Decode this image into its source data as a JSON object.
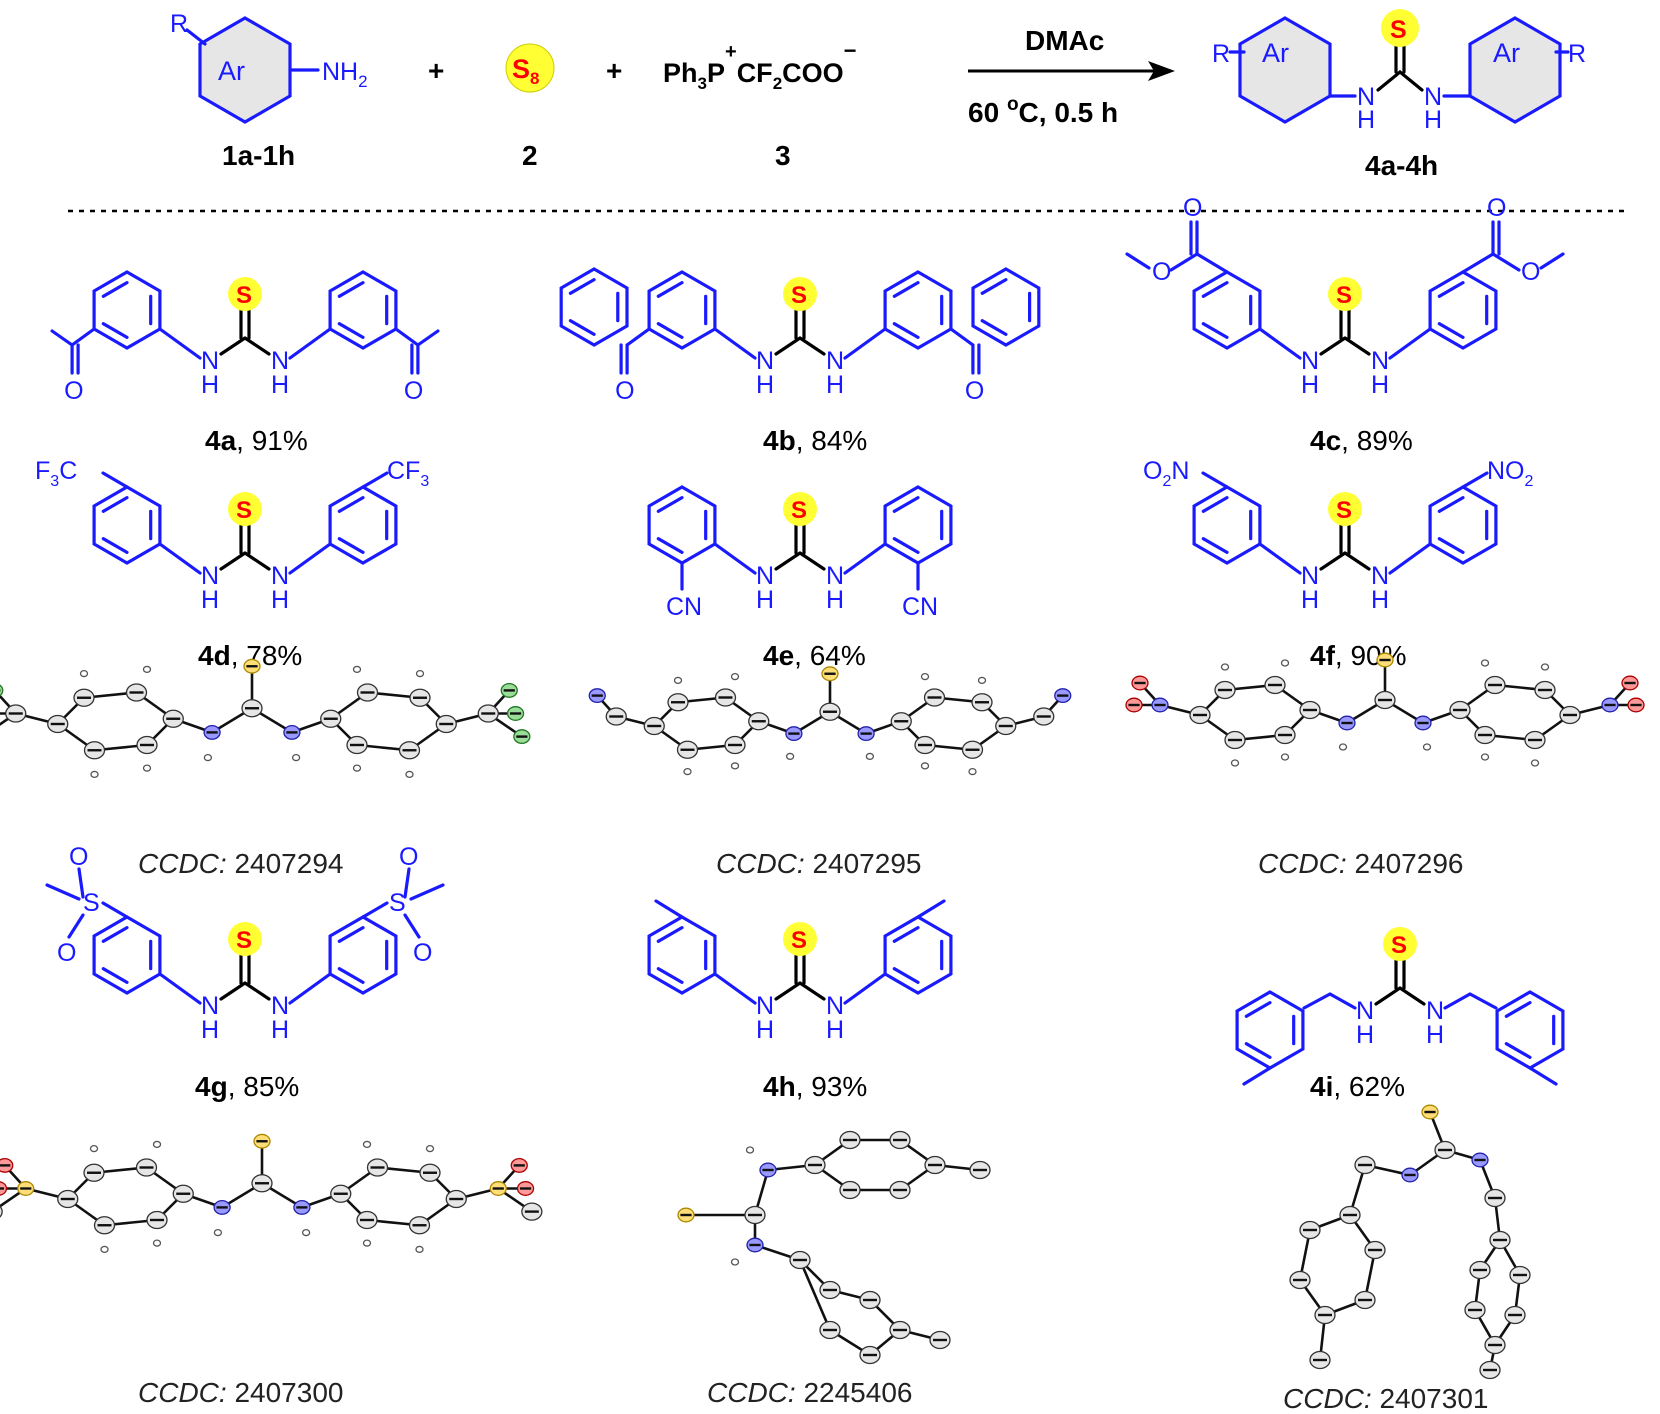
{
  "scheme": {
    "reactant1": {
      "label": "1a-1h",
      "r_group": "R",
      "ar": "Ar",
      "amine": "NH",
      "amine_sub": "2"
    },
    "plus1": "+",
    "reactant2": {
      "label": "2",
      "formula": "S",
      "formula_sub": "8"
    },
    "plus2": "+",
    "reactant3": {
      "label": "3",
      "formula_a": "Ph",
      "formula_a_sub": "3",
      "formula_b": "P",
      "plus_charge": "+",
      "formula_c": "CF",
      "formula_c_sub": "2",
      "formula_d": "COO",
      "minus_charge": "−"
    },
    "conditions_top": "DMAc",
    "conditions_bottom_a": "60 ",
    "conditions_bottom_sup": "o",
    "conditions_bottom_b": "C, 0.5 h",
    "product": {
      "label": "4a-4h",
      "r_left": "R",
      "r_right": "R",
      "ar": "Ar",
      "s": "S",
      "nh": "N",
      "h": "H"
    }
  },
  "compounds": [
    {
      "id": "4a",
      "yield": ", 91%"
    },
    {
      "id": "4b",
      "yield": ", 84%"
    },
    {
      "id": "4c",
      "yield": ", 89%"
    },
    {
      "id": "4d",
      "yield": ", 78%"
    },
    {
      "id": "4e",
      "yield": ", 64%"
    },
    {
      "id": "4f",
      "yield": ", 90%"
    },
    {
      "id": "4g",
      "yield": ", 85%"
    },
    {
      "id": "4h",
      "yield": ", 93%"
    },
    {
      "id": "4i",
      "yield": ", 62%"
    }
  ],
  "substituents": {
    "o": "O",
    "s": "S",
    "n": "N",
    "h": "H",
    "cf3_left": "F",
    "cf3_left_sub": "3",
    "cf3_left_c": "C",
    "cf3_right": "CF",
    "cf3_right_sub": "3",
    "cn": "CN",
    "no2_left": "O",
    "no2_left_sub": "2",
    "no2_left_n": "N",
    "no2_right": "NO",
    "no2_right_sub": "2"
  },
  "ccdc": [
    {
      "prefix": "CCDC:",
      "number": " 2407294"
    },
    {
      "prefix": "CCDC:",
      "number": " 2407295"
    },
    {
      "prefix": "CCDC:",
      "number": " 2407296"
    },
    {
      "prefix": "CCDC:",
      "number": " 2407300"
    },
    {
      "prefix": "CCDC:",
      "number": " 2245406"
    },
    {
      "prefix": "CCDC:",
      "number": " 2407301"
    }
  ],
  "colors": {
    "structure": "#1a1aff",
    "sulfur_fill": "#ffff33",
    "sulfur_text": "#ff0000",
    "bond_core": "#000000",
    "ortep_n": "#5555ff",
    "ortep_o": "#ff3333",
    "ortep_f": "#33cc55",
    "ortep_s": "#ffcc33"
  }
}
